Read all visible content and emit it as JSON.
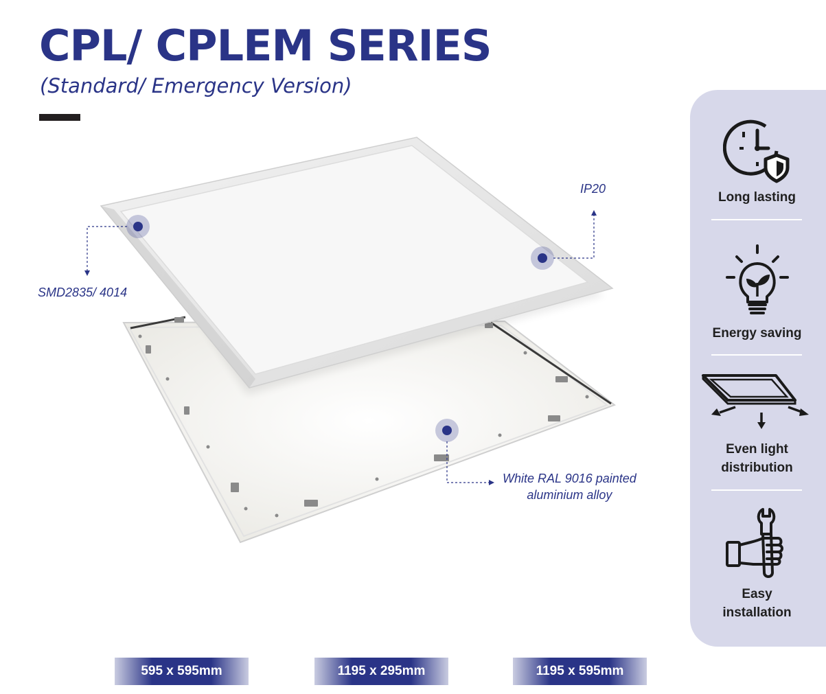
{
  "header": {
    "title": "CPL/ CPLEM SERIES",
    "subtitle": "(Standard/ Emergency Version)"
  },
  "callouts": {
    "smd": "SMD2835/ 4014",
    "ip": "IP20",
    "material_line1": "White RAL 9016 painted",
    "material_line2": "aluminium alloy"
  },
  "sizes": [
    {
      "label": "595 x 595mm"
    },
    {
      "label": "1195 x 295mm"
    },
    {
      "label": "1195 x 595mm"
    }
  ],
  "features": [
    {
      "icon": "clock-shield-icon",
      "label": "Long lasting"
    },
    {
      "icon": "bulb-leaf-icon",
      "label": "Energy saving"
    },
    {
      "icon": "panel-arrows-icon",
      "label_line1": "Even light",
      "label_line2": "distribution"
    },
    {
      "icon": "hand-wrench-icon",
      "label_line1": "Easy",
      "label_line2": "installation"
    }
  ],
  "colors": {
    "brand_blue": "#2a3487",
    "sidebar_bg": "#d7d8ea",
    "dark_bar": "#231f20"
  }
}
